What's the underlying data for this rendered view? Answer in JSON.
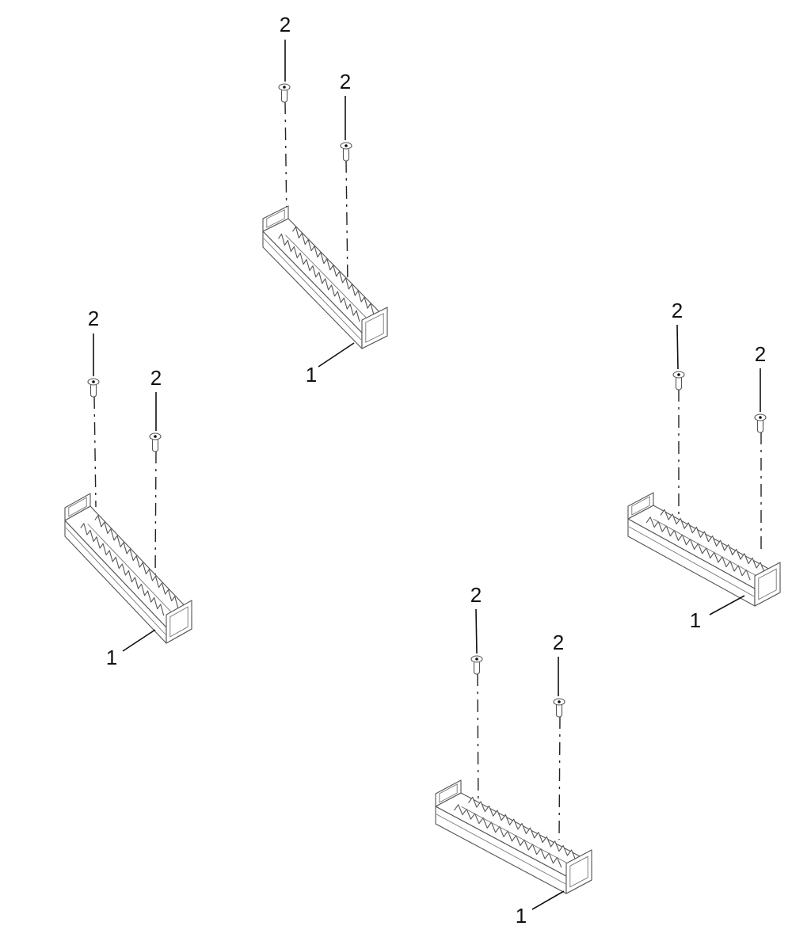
{
  "diagram": {
    "type": "exploded-parts-view",
    "assemblies": [
      {
        "id": "top",
        "part_label": "1",
        "fastener_labels": [
          "2",
          "2"
        ]
      },
      {
        "id": "left",
        "part_label": "1",
        "fastener_labels": [
          "2",
          "2"
        ]
      },
      {
        "id": "right",
        "part_label": "1",
        "fastener_labels": [
          "2",
          "2"
        ]
      },
      {
        "id": "bottom",
        "part_label": "1",
        "fastener_labels": [
          "2",
          "2"
        ]
      }
    ]
  }
}
